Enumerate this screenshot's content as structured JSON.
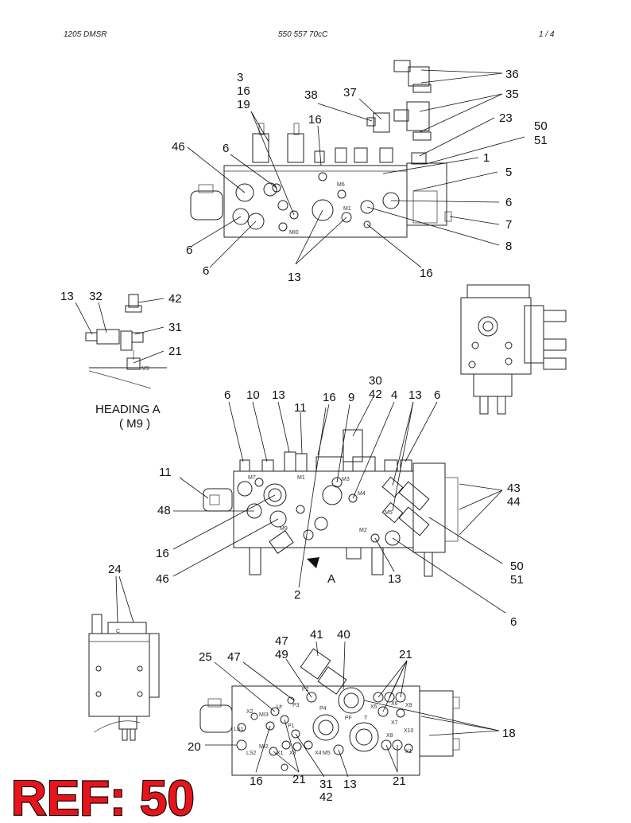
{
  "header": {
    "left": "1205 DMSR",
    "middle": "550 557 70cC",
    "right": "1 /   4"
  },
  "heading": {
    "line1": "HEADING  A",
    "line2": "( M9 )"
  },
  "ref": "REF: 50",
  "arrow_label": "A",
  "port_labels": {
    "M6": "M6",
    "M1": "M1",
    "M10": "MI0",
    "M9": "M9",
    "M7": "M7",
    "M1b": "M1",
    "M3": "M3",
    "M4": "M4",
    "M5": "M5",
    "M2": "M2",
    "P2": "P2",
    "P3": "P3",
    "P4": "P4",
    "Ur": "Ur",
    "X2": "X2",
    "MI3": "MI3",
    "X5": "X5",
    "X6": "X6",
    "X9": "X9",
    "PF": "PF",
    "T": "T",
    "X7": "X7",
    "LS1": "LS1",
    "P1": "P1",
    "X10": "X10",
    "X8": "X8",
    "MI2": "MI2",
    "LS2": "LS2",
    "X1": "X1",
    "X3": "X3",
    "X4": "X4",
    "M5b": "M5",
    "X1b": "X1",
    "C": "C"
  },
  "callouts": {
    "v1": [
      "3",
      "16",
      "19",
      "38",
      "37",
      "36",
      "35",
      "23",
      "16",
      "50",
      "51",
      "46",
      "6",
      "1",
      "5",
      "6",
      "7",
      "8",
      "6",
      "6",
      "13",
      "16"
    ],
    "head": [
      "13",
      "32",
      "42",
      "31",
      "21"
    ],
    "v2": [
      "6",
      "10",
      "13",
      "11",
      "16",
      "9",
      "30",
      "42",
      "4",
      "13",
      "6",
      "11",
      "48",
      "16",
      "46",
      "2",
      "13",
      "43",
      "44",
      "50",
      "51",
      "6"
    ],
    "side": [
      "24"
    ],
    "v3": [
      "47",
      "49",
      "41",
      "40",
      "25",
      "47",
      "21",
      "20",
      "16",
      "21",
      "31",
      "42",
      "13",
      "21",
      "18"
    ]
  }
}
